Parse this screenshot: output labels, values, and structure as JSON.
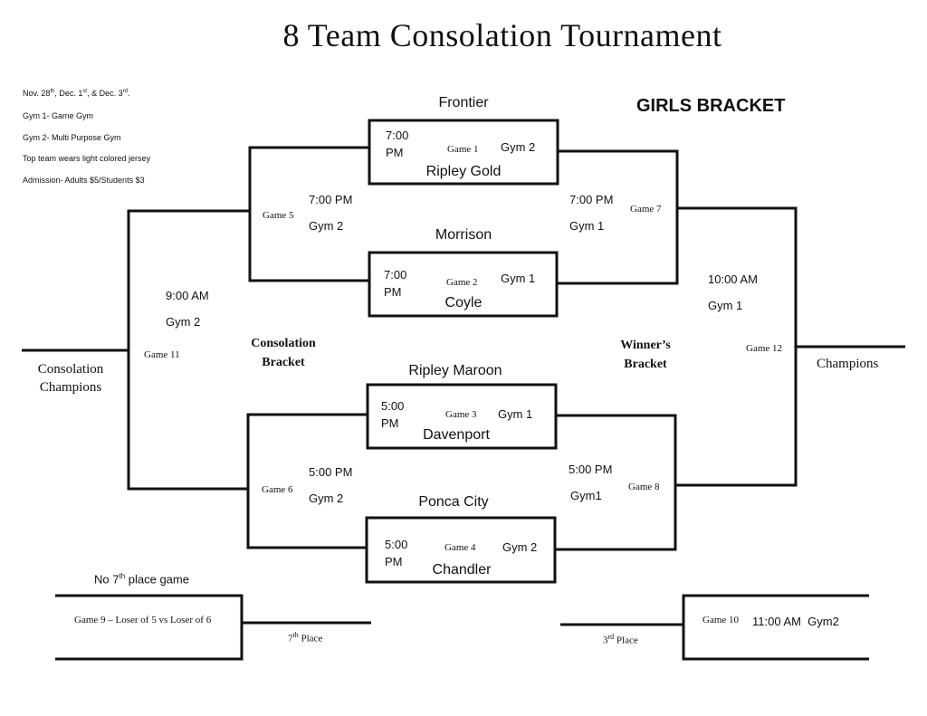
{
  "title": "8 Team Consolation Tournament",
  "info": {
    "dates_a": "Nov. 28",
    "dates_a_sup": "th",
    "dates_b": ", Dec. 1",
    "dates_b_sup": "st",
    "dates_c": ", & Dec. 3",
    "dates_c_sup": "rd",
    "dates_end": ".",
    "gym1": "Gym 1- Game Gym",
    "gym2": "Gym 2- Multi Purpose Gym",
    "jersey": "Top team wears light colored jersey",
    "admission": "Admission- Adults $5/Students $3"
  },
  "bracket_title": "GIRLS BRACKET",
  "teams": {
    "frontier": "Frontier",
    "ripley_gold": "Ripley Gold",
    "morrison": "Morrison",
    "coyle": "Coyle",
    "ripley_maroon": "Ripley Maroon",
    "davenport": "Davenport",
    "ponca_city": "Ponca City",
    "chandler": "Chandler"
  },
  "games": {
    "g1": {
      "time_a": "7:00",
      "time_b": "PM",
      "label": "Game 1",
      "gym": "Gym 2"
    },
    "g2": {
      "time_a": "7:00",
      "time_b": "PM",
      "label": "Game 2",
      "gym": "Gym 1"
    },
    "g3": {
      "time_a": "5:00",
      "time_b": "PM",
      "label": "Game 3",
      "gym": "Gym 1"
    },
    "g4": {
      "time_a": "5:00",
      "time_b": "PM",
      "label": "Game 4",
      "gym": "Gym 2"
    },
    "g5": {
      "label": "Game 5",
      "time": "7:00 PM",
      "gym": "Gym 2"
    },
    "g6": {
      "label": "Game 6",
      "time": "5:00 PM",
      "gym": "Gym 2"
    },
    "g7": {
      "label": "Game 7",
      "time": "7:00 PM",
      "gym": "Gym 1"
    },
    "g8": {
      "label": "Game 8",
      "time": "5:00 PM",
      "gym": "Gym1"
    },
    "g9": {
      "label": "Game 9 – Loser of 5 vs Loser of 6"
    },
    "g10": {
      "label": "Game 10",
      "time_gym": "11:00 AM  Gym2"
    },
    "g11": {
      "label": "Game 11",
      "time": "9:00 AM",
      "gym": "Gym 2"
    },
    "g12": {
      "label": "Game 12",
      "time": "10:00 AM",
      "gym": "Gym 1"
    }
  },
  "consolation_bracket": {
    "line1": "Consolation",
    "line2": "Bracket"
  },
  "winners_bracket": {
    "line1": "Winner’s",
    "line2": "Bracket"
  },
  "consolation_champions": {
    "line1": "Consolation",
    "line2": "Champions"
  },
  "champions": "Champions",
  "no_seventh": {
    "pre": "No 7",
    "sup": "th",
    "post": " place game"
  },
  "seventh_place": {
    "num": "7",
    "sup": "th",
    "post": " Place"
  },
  "third_place": {
    "num": "3",
    "sup": "rd",
    "post": " Place"
  }
}
